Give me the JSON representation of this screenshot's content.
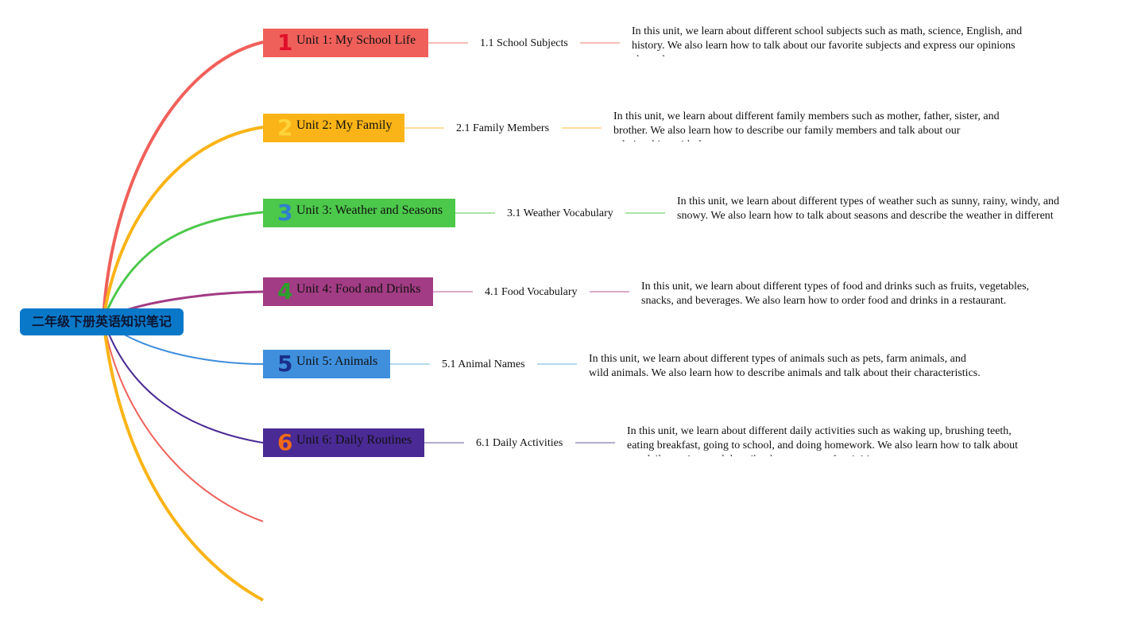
{
  "root": {
    "label": "二年级下册英语知识笔记",
    "color": "#0a78c8"
  },
  "units": [
    {
      "number": "1",
      "title": "Unit 1: My School Life",
      "topic": "1.1 School Subjects",
      "description": "In this unit, we learn about different school subjects such as math, science, English, and history. We also learn how to talk about our favorite subjects and express our opinions about them.",
      "color": "#f0605a",
      "number_color": "#e0102a"
    },
    {
      "number": "2",
      "title": "Unit 2: My Family",
      "topic": "2.1 Family Members",
      "description": "In this unit, we learn about different family members such as mother, father, sister, and brother. We also learn how to describe our family members and talk about our relationships with them.",
      "color": "#fbb417",
      "number_color": "#ffd43a"
    },
    {
      "number": "3",
      "title": "Unit 3: Weather and Seasons",
      "topic": "3.1 Weather Vocabulary",
      "description": "In this unit, we learn about different types of weather such as sunny, rainy, windy, and snowy. We also learn how to talk about seasons and describe the weather in different seasons.",
      "color": "#4cc84a",
      "number_color": "#2f7fd0"
    },
    {
      "number": "4",
      "title": "Unit 4: Food and Drinks",
      "topic": "4.1 Food Vocabulary",
      "description": "In this unit, we learn about different types of food and drinks such as fruits, vegetables, snacks, and beverages. We also learn how to order food and drinks in a restaurant.",
      "color": "#a23c84",
      "number_color": "#2aa02a"
    },
    {
      "number": "5",
      "title": "Unit 5: Animals",
      "topic": "5.1 Animal Names",
      "description": "In this unit, we learn about different types of animals such as pets, farm animals, and wild animals. We also learn how to describe animals and talk about their characteristics.",
      "color": "#3f8fdd",
      "number_color": "#1a2f8a"
    },
    {
      "number": "6",
      "title": "Unit 6: Daily Routines",
      "topic": "6.1 Daily Activities",
      "description": "In this unit, we learn about different daily activities such as waking up, brushing teeth, eating breakfast, going to school, and doing homework. We also learn how to talk about our daily routines and describe the sequence of activities.",
      "color": "#4a2a94",
      "number_color": "#f06a1a"
    }
  ],
  "connector_colors": [
    "#f4a79c",
    "#ffd27a",
    "#8fdc8c",
    "#cc8fbe",
    "#9ccbe4",
    "#9a8fc0"
  ],
  "extra_branch_colors": [
    "#f0605a",
    "#fbb417"
  ]
}
